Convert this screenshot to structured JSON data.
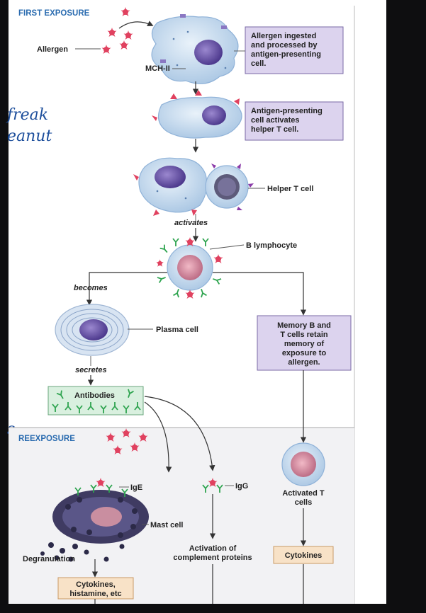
{
  "sections": {
    "first": "FIRST EXPOSURE",
    "re": "REEXPOSURE"
  },
  "labels": {
    "allergen": "Allergen",
    "mch": "MCH-II",
    "helper": "Helper T cell",
    "activates": "activates",
    "blymph": "B lymphocyte",
    "becomes": "becomes",
    "plasma": "Plasma cell",
    "secretes": "secretes",
    "antibodies": "Antibodies",
    "ige": "IgE",
    "igg": "IgG",
    "mast": "Mast cell",
    "degran": "Degranulation",
    "activated_t": [
      "Activated T",
      "cells"
    ],
    "complement": [
      "Activation of",
      "complement proteins"
    ]
  },
  "boxes": {
    "ingested": [
      "Allergen ingested",
      "and processed by",
      "antigen-presenting",
      "cell."
    ],
    "apc": [
      "Antigen-presenting",
      "cell activates",
      "helper T cell."
    ],
    "memory": [
      "Memory B and",
      "T cells retain",
      "memory of",
      "exposure to",
      "allergen."
    ],
    "cytokines_right": "Cytokines",
    "cytokines_left": [
      "Cytokines,",
      "histamine, etc"
    ]
  },
  "handwriting": {
    "line1": "freak",
    "line2": "eanut",
    "edge": "s"
  },
  "colors": {
    "accent": "#2b6cb0",
    "box_purple": "#dcd3ee",
    "box_orange": "#f8e2c7",
    "box_green": "#d9f0df",
    "cell": "#c7dcef",
    "nucleus": "#6d56a8",
    "allergen": "#e0415f"
  }
}
